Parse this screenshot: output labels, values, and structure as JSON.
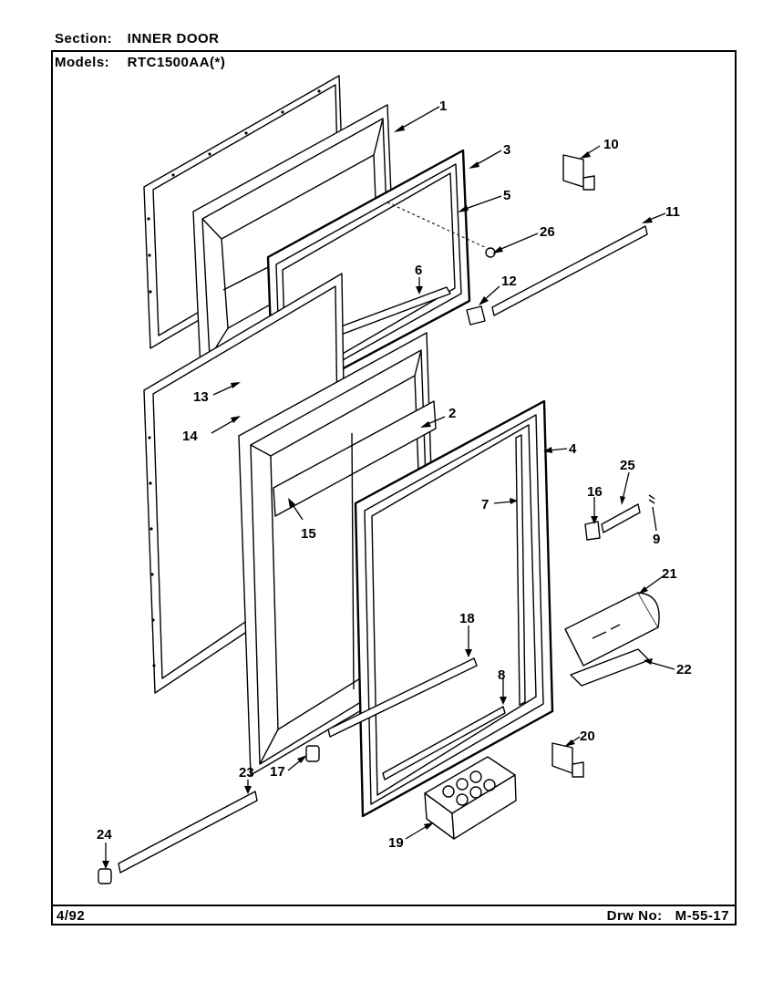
{
  "header": {
    "section_label": "Section:",
    "section_value": "INNER DOOR",
    "models_label": "Models:",
    "models_value": "RTC1500AA(*)"
  },
  "footer": {
    "date": "4/92",
    "drawing_label": "Drw No:",
    "drawing_number": "M-55-17"
  },
  "callouts": [
    "1",
    "2",
    "3",
    "4",
    "5",
    "6",
    "7",
    "8",
    "9",
    "10",
    "11",
    "12",
    "13",
    "14",
    "15",
    "16",
    "17",
    "18",
    "19",
    "20",
    "21",
    "22",
    "23",
    "24",
    "25",
    "26"
  ]
}
